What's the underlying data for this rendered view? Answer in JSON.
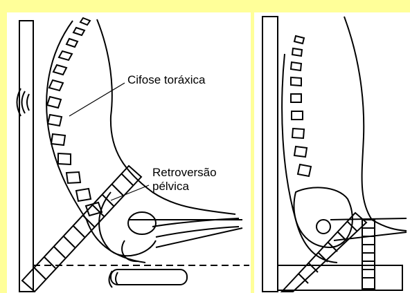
{
  "labels": {
    "thoracic_kyphosis": "Cifose toráxica",
    "pelvic_retroversion_line1": "Retroversão",
    "pelvic_retroversion_line2": "pélvica"
  },
  "colors": {
    "background": "#ffff99",
    "panel": "#ffffff",
    "ink": "#000000"
  }
}
